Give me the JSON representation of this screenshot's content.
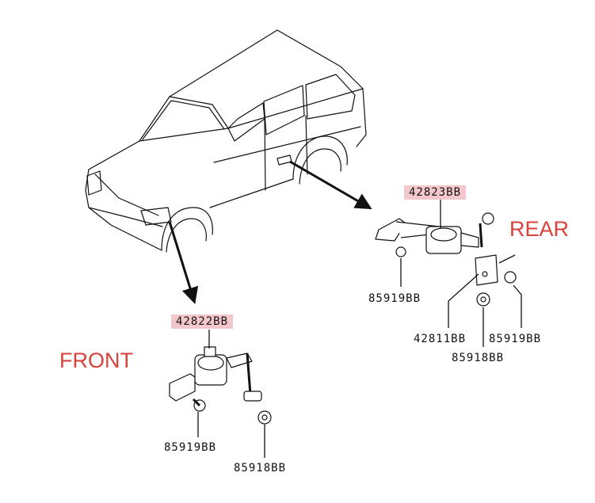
{
  "regions": {
    "front": "FRONT",
    "rear": "REAR"
  },
  "parts": {
    "front_sensor": "42822BB",
    "rear_sensor": "42823BB",
    "rear_bracket": "42811BB",
    "front_bolt": "85919BB",
    "front_nut": "85918BB",
    "rear_bolt_left": "85919BB",
    "rear_bolt_right": "85919BB",
    "rear_nut": "85918BB"
  },
  "colors": {
    "highlight": "#f4c7cb",
    "region_text": "#d9423b",
    "line": "#111111"
  }
}
